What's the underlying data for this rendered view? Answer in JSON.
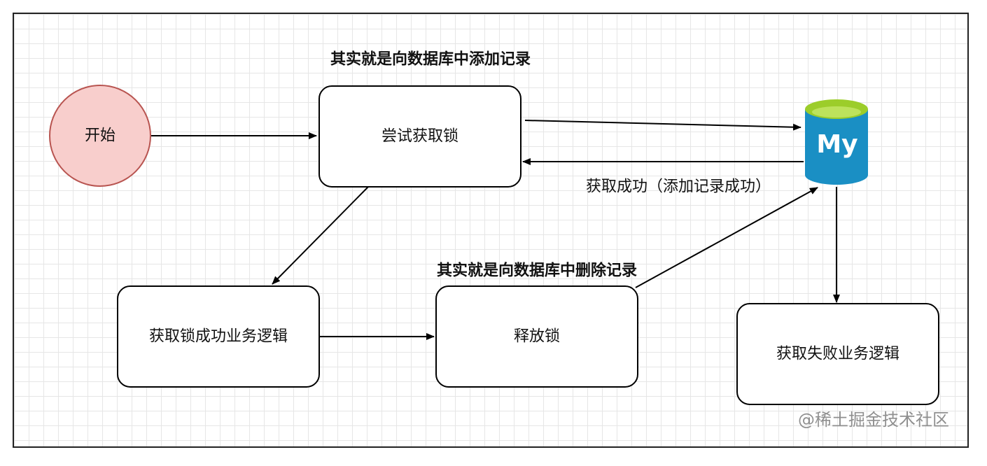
{
  "nodes": {
    "start": "开始",
    "try_lock": "尝试获取锁",
    "success_logic": "获取锁成功业务逻辑",
    "release_lock": "释放锁",
    "fail_logic": "获取失败业务逻辑"
  },
  "annotations": {
    "add_record": "其实就是向数据库中添加记录",
    "delete_record": "其实就是向数据库中删除记录"
  },
  "edges": {
    "acquire_success": "获取成功（添加记录成功）"
  },
  "database": {
    "logo_text": "My",
    "icon": "mysql-database-icon"
  },
  "watermark": "@稀土掘金技术社区",
  "colors": {
    "start_fill": "#f8cecc",
    "start_stroke": "#b85450",
    "db_body": "#1a8fc4",
    "db_top": "#9ccd2a"
  }
}
